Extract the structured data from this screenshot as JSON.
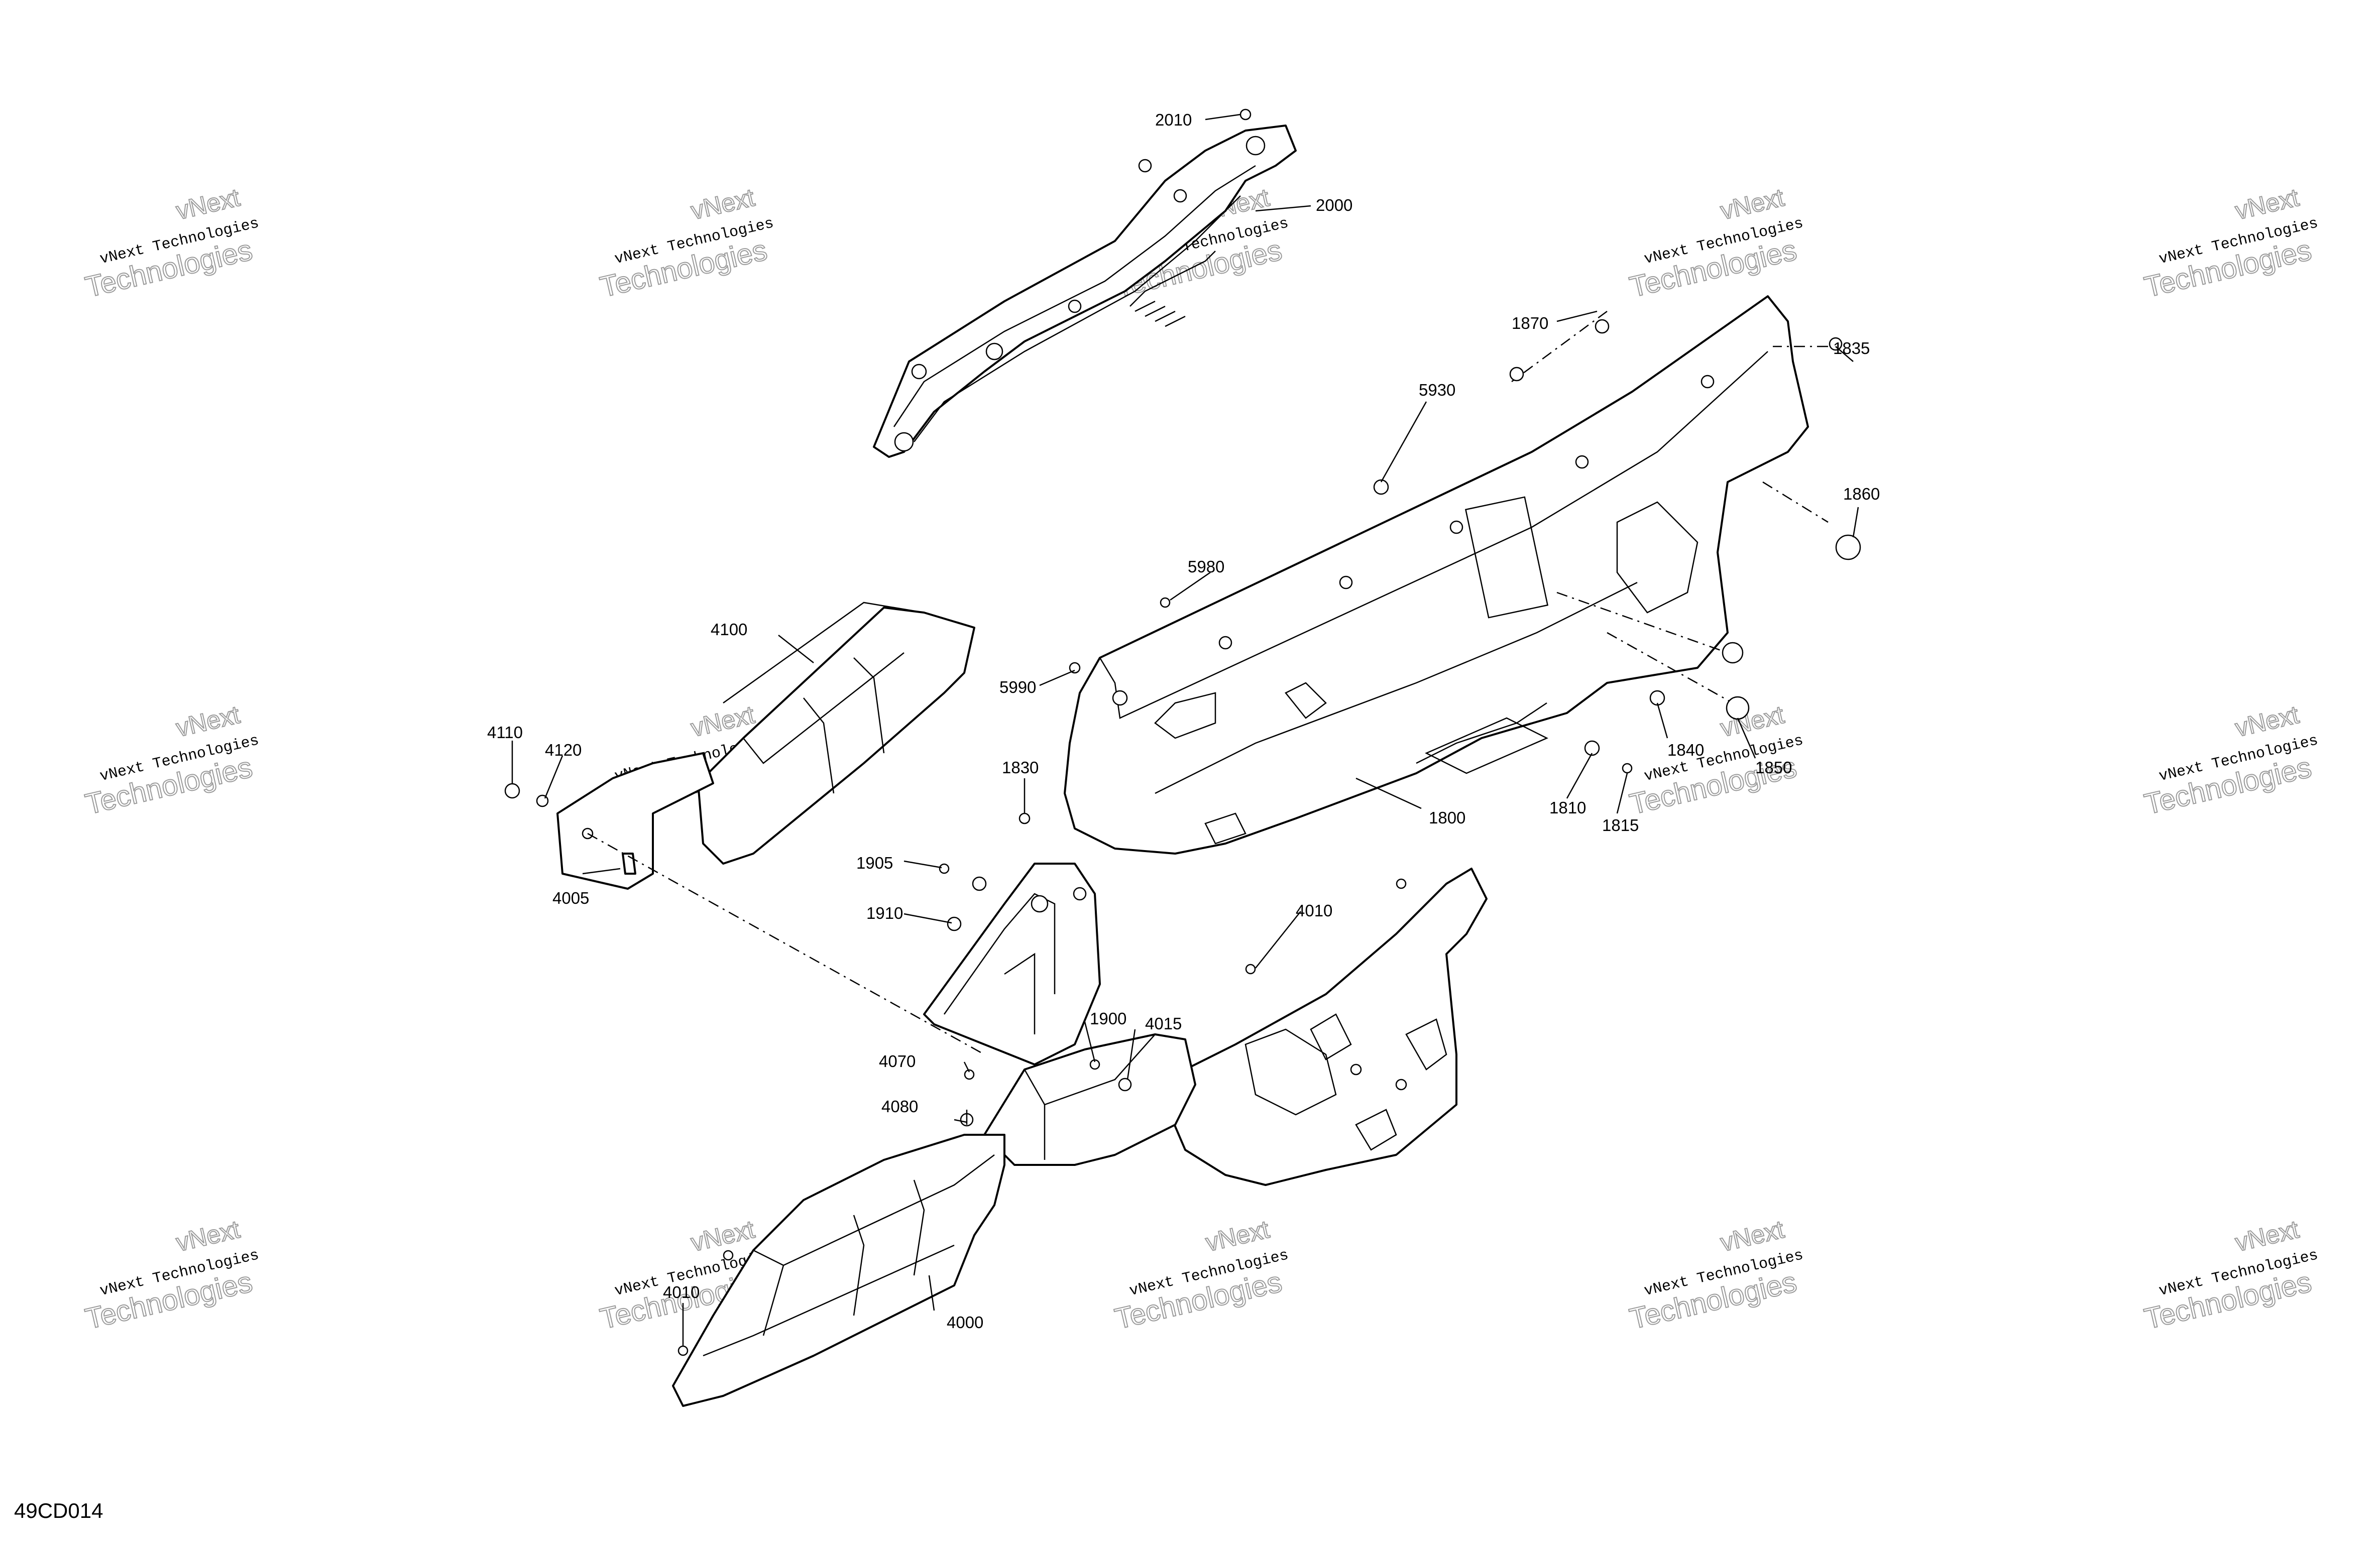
{
  "diagram": {
    "code": "49CD014",
    "callouts": [
      "2010",
      "2000",
      "1870",
      "1835",
      "5930",
      "1860",
      "5980",
      "4100",
      "5990",
      "4110",
      "4120",
      "1830",
      "1840",
      "1850",
      "1810",
      "1815",
      "1800",
      "4005",
      "1905",
      "1910",
      "4010",
      "1900",
      "4015",
      "4070",
      "4080",
      "4000",
      "4010"
    ],
    "watermark": {
      "line1": "vNext Technologies",
      "line2": "Technologies",
      "line0": "vNext"
    }
  }
}
